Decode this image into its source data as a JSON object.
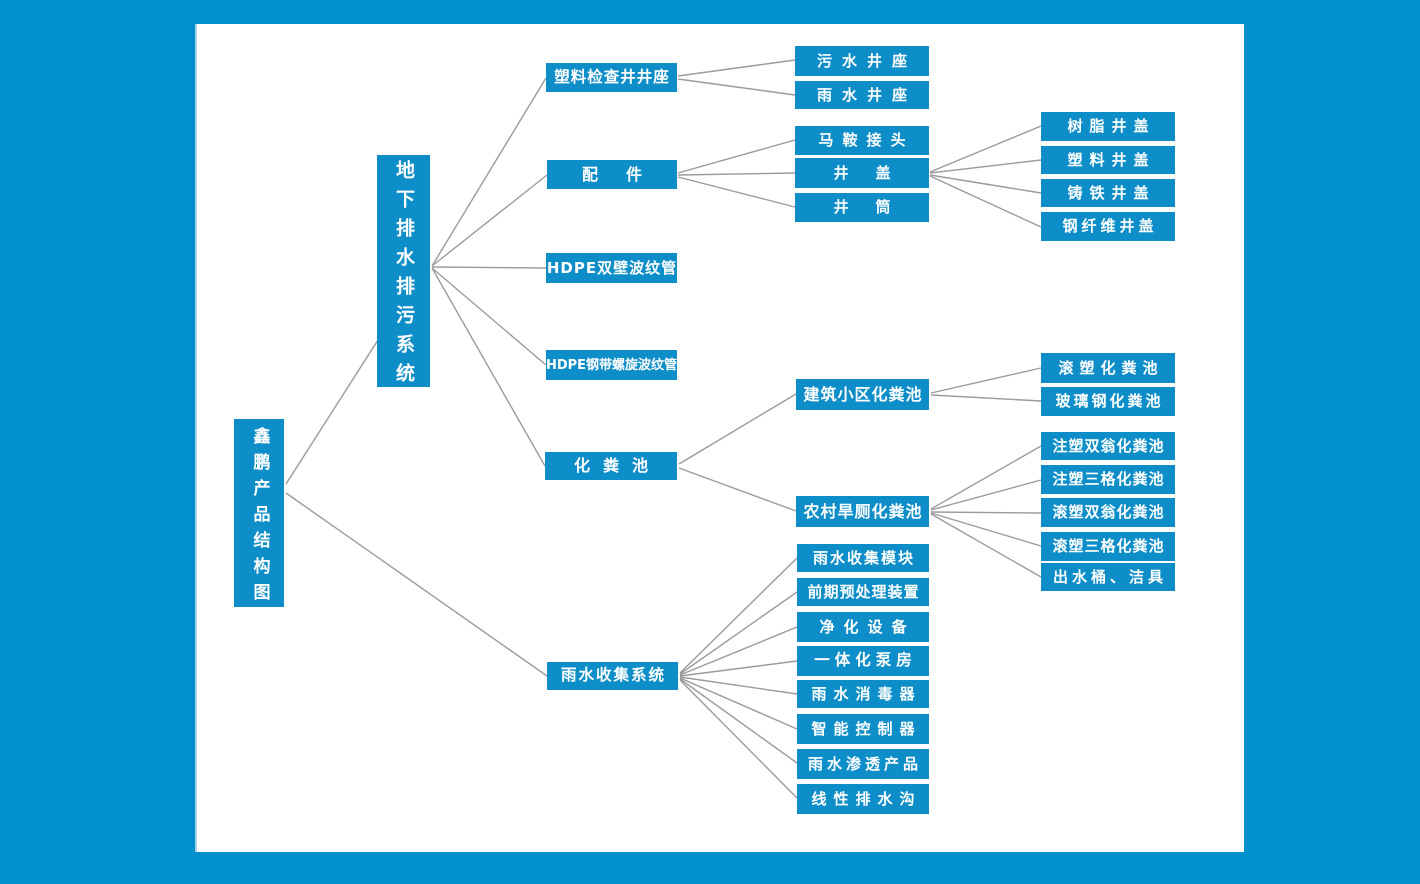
{
  "diagram_title": "鑫鹏产品结构图",
  "colors": {
    "background": "#0090cd",
    "panel": "#ffffff",
    "node_fill": "#0e8ec8",
    "node_text": "#ffffff",
    "connector": "#9b9b9b"
  },
  "nodes": {
    "root": "鑫鹏产品结构图",
    "underground_system": "地下排水排污系统",
    "plastic_inspection_well_seat": "塑料检查井井座",
    "sewage_well_seat": "污水井座",
    "rain_well_seat": "雨水井座",
    "fittings": "配　件",
    "saddle_joint": "马鞍接头",
    "well_cover": "井　盖",
    "well_barrel": "井　筒",
    "resin_cover": "树脂井盖",
    "plastic_cover": "塑料井盖",
    "cast_iron_cover": "铸铁井盖",
    "steel_fiber_cover": "钢纤维井盖",
    "hdpe_double_wall_pipe": "HDPE双壁波纹管",
    "hdpe_steel_belt_pipe": "HDPE钢带螺旋波纹管",
    "septic_tank": "化粪池",
    "building_district_septic": "建筑小区化粪池",
    "roto_molded_septic": "滚塑化粪池",
    "frp_septic": "玻璃钢化粪池",
    "rural_dry_toilet_septic": "农村旱厕化粪池",
    "injection_double_urn_septic": "注塑双翁化粪池",
    "injection_three_grid_septic": "注塑三格化粪池",
    "roto_double_urn_septic": "滚塑双翁化粪池",
    "roto_three_grid_septic": "滚塑三格化粪池",
    "outlet_bucket_sanitary": "出水桶、洁具",
    "rainwater_collection_system": "雨水收集系统",
    "rainwater_collection_module": "雨水收集模块",
    "pretreatment_device": "前期预处理装置",
    "purification_equipment": "净化设备",
    "integrated_pump_house": "一体化泵房",
    "rainwater_disinfector": "雨水消毒器",
    "smart_controller": "智能控制器",
    "rainwater_infiltration_products": "雨水渗透产品",
    "linear_drainage_ditch": "线性排水沟"
  }
}
